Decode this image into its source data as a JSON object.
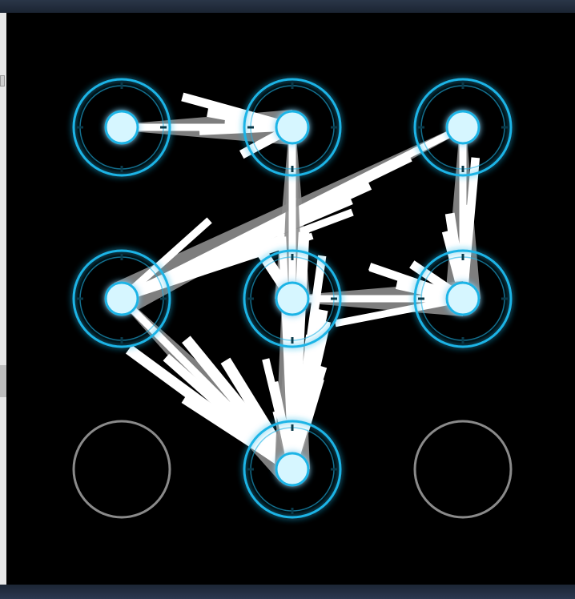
{
  "lock_screen": {
    "grid": {
      "rows": 3,
      "cols": 3
    },
    "nodes": [
      {
        "id": 1,
        "row": 0,
        "col": 0,
        "state": "active"
      },
      {
        "id": 2,
        "row": 0,
        "col": 1,
        "state": "active"
      },
      {
        "id": 3,
        "row": 0,
        "col": 2,
        "state": "active"
      },
      {
        "id": 4,
        "row": 1,
        "col": 0,
        "state": "active"
      },
      {
        "id": 5,
        "row": 1,
        "col": 1,
        "state": "active"
      },
      {
        "id": 6,
        "row": 1,
        "col": 2,
        "state": "active"
      },
      {
        "id": 7,
        "row": 2,
        "col": 0,
        "state": "inactive"
      },
      {
        "id": 8,
        "row": 2,
        "col": 1,
        "state": "active"
      },
      {
        "id": 9,
        "row": 2,
        "col": 2,
        "state": "inactive"
      }
    ],
    "pattern_connections": [
      [
        1,
        2
      ],
      [
        2,
        5
      ],
      [
        3,
        4
      ],
      [
        3,
        6
      ],
      [
        4,
        8
      ],
      [
        5,
        8
      ],
      [
        5,
        6
      ],
      [
        2,
        8
      ]
    ],
    "colors": {
      "background": "#000000",
      "active_ring": "#1fb4e6",
      "active_dot": "#d6f6ff",
      "inactive_ring": "#8a8a8a",
      "trail": "#ffffff",
      "trail_shadow": "#8c8c8c"
    }
  }
}
